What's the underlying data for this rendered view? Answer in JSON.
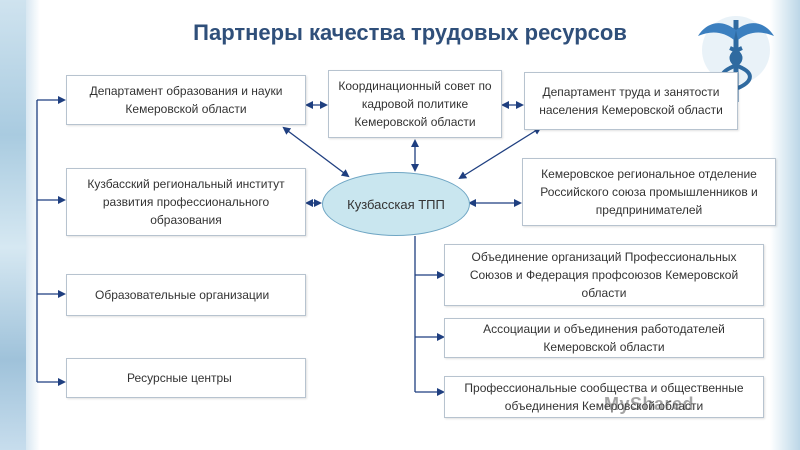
{
  "title": "Партнеры качества трудовых ресурсов",
  "center": "Кузбасская ТПП",
  "boxes": {
    "dept_education": "Департамент образования и науки Кемеровской области",
    "coord_council": "Координационный совет по кадровой политике Кемеровской области",
    "dept_labor": "Департамент труда и занятости населения Кемеровской области",
    "kuzbass_institute": "Кузбасский региональный институт развития профессионального образования",
    "rspp": "Кемеровское региональное отделение Российского союза промышленников и предпринимателей",
    "edu_orgs": "Образовательные организации",
    "unions": "Объединение организаций Профессиональных Союзов и Федерация профсоюзов Кемеровской области",
    "resource_centers": "Ресурсные центры",
    "employers": "Ассоциации и объединения работодателей Кемеровской области",
    "prof_communities": "Профессиональные сообщества и общественные объединения Кемеровской области"
  },
  "watermark": "MyShared",
  "colors": {
    "title": "#2f4f7a",
    "line": "#1f3f80",
    "ellipse_fill": "#c9e6ef"
  }
}
